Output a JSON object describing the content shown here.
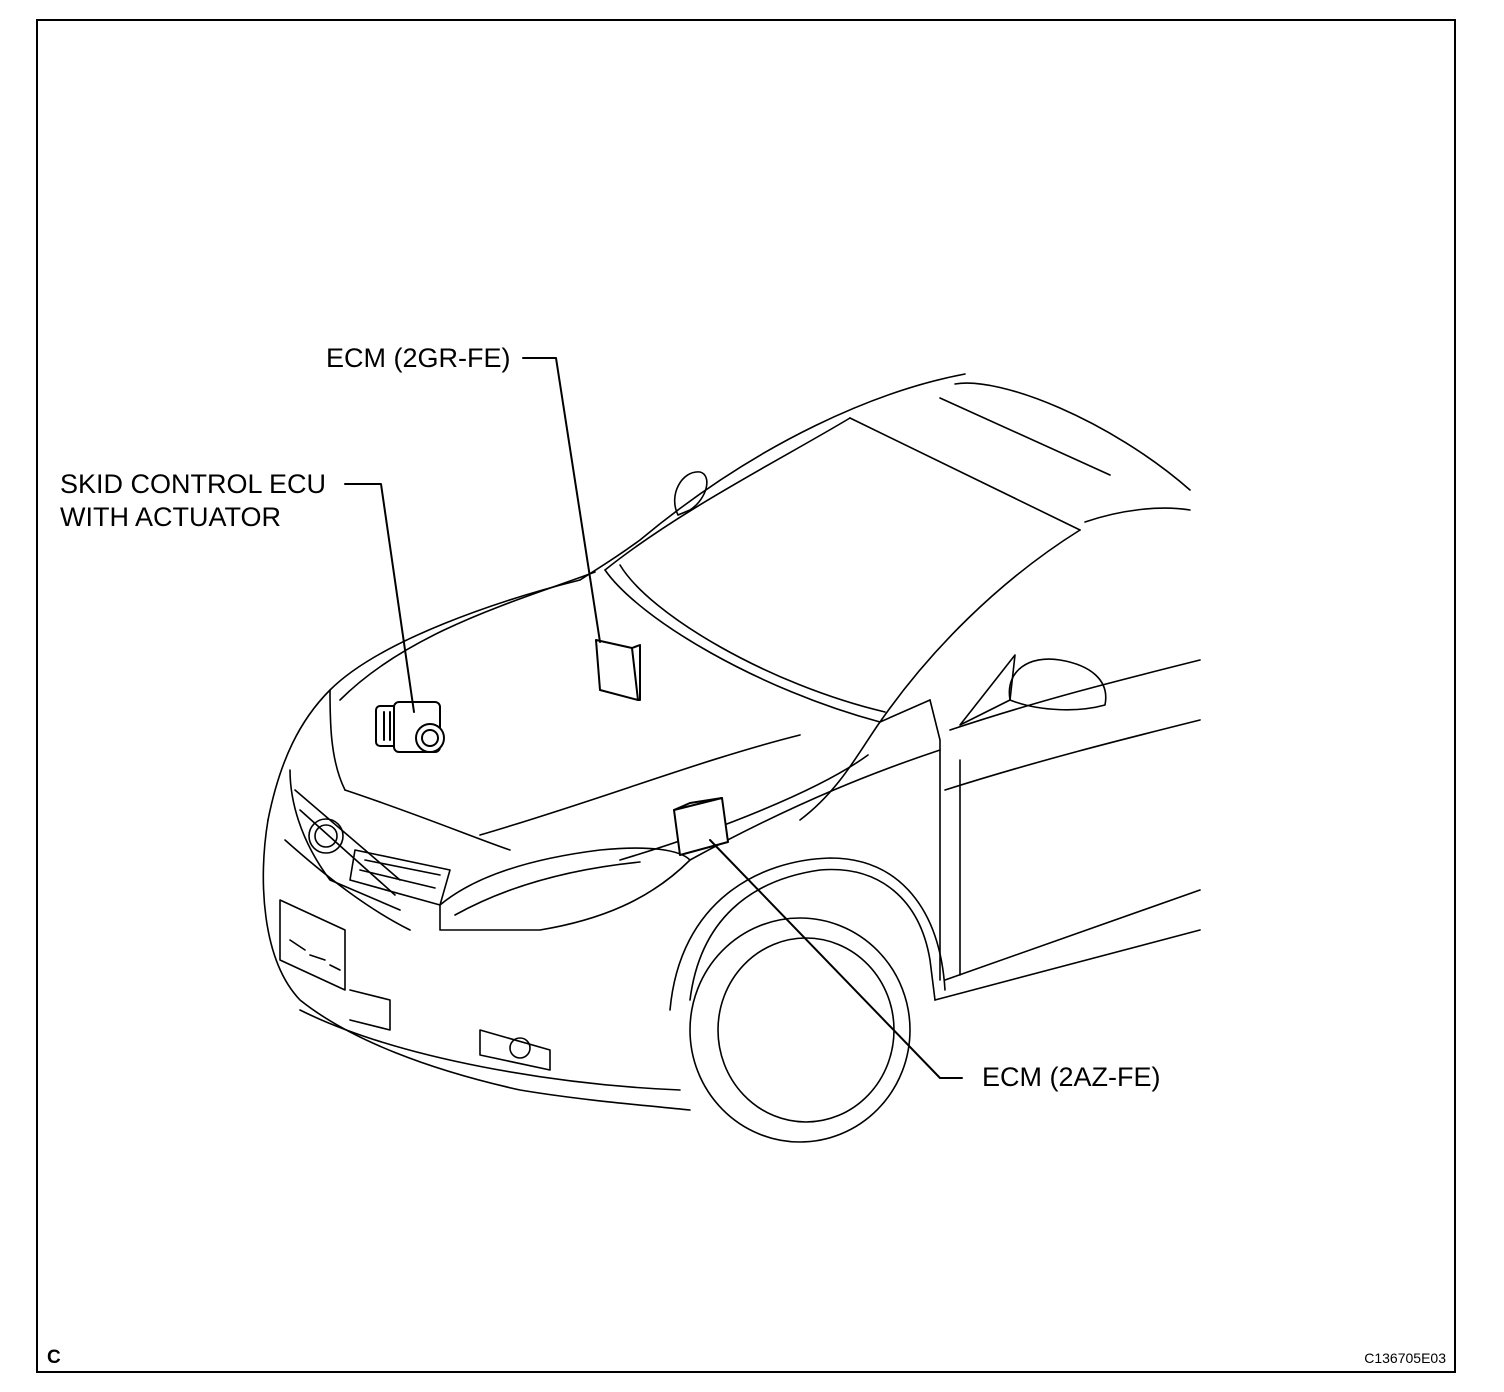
{
  "labels": {
    "ecm_2gr": "ECM (2GR-FE)",
    "skid_line1": "SKID CONTROL ECU",
    "skid_line2": "WITH ACTUATOR",
    "ecm_2az": "ECM (2AZ-FE)"
  },
  "footer": {
    "letter": "C",
    "code": "C136705E03"
  },
  "colors": {
    "line": "#000000",
    "background": "#ffffff"
  }
}
